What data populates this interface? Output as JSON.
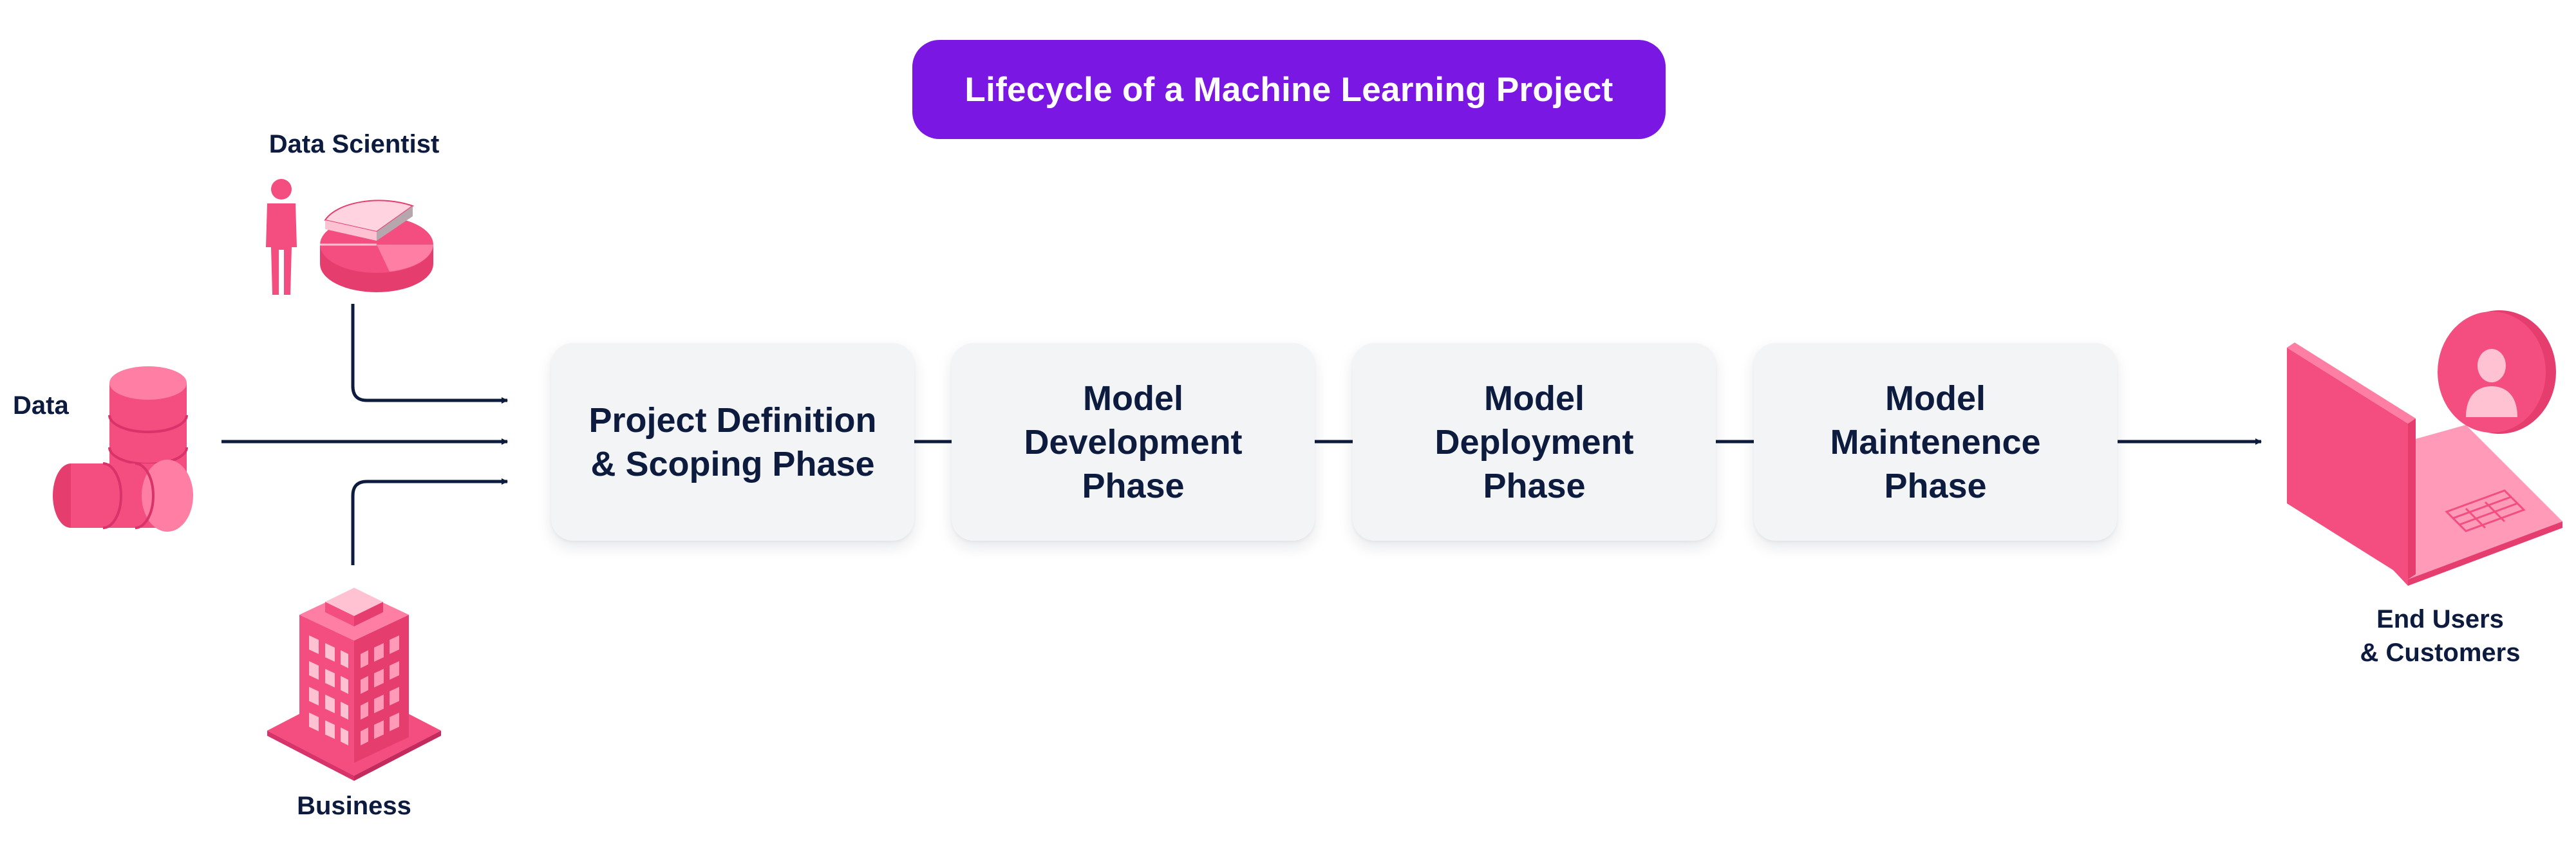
{
  "title": "Lifecycle of a Machine Learning Project",
  "phases": [
    {
      "label": "Project Definition\n& Scoping Phase"
    },
    {
      "label": "Model\nDevelopment\nPhase"
    },
    {
      "label": "Model\nDeployment\nPhase"
    },
    {
      "label": "Model\nMaintenence\nPhase"
    }
  ],
  "inputs": {
    "data_scientist": "Data Scientist",
    "data": "Data",
    "business": "Business"
  },
  "output": {
    "end_users": "End Users\n& Customers"
  },
  "colors": {
    "title_bg": "#7b17e3",
    "phase_bg": "#f3f4f6",
    "text": "#0d1b3e",
    "arrow": "#0d1b3e",
    "icon_pink": "#f44d7f",
    "icon_pink_light": "#ff7ea3",
    "icon_pink_pale": "#ffc2d3"
  },
  "icons": {
    "data_scientist": "person-pie-chart-icon",
    "data": "database-cylinders-icon",
    "business": "office-building-icon",
    "end_users": "laptop-user-icon"
  }
}
